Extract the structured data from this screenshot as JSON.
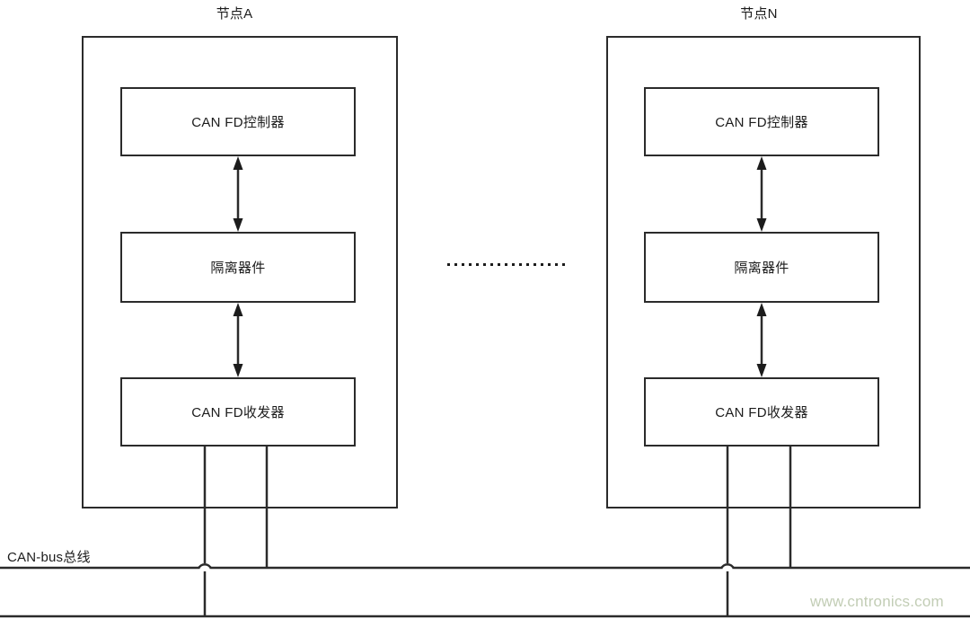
{
  "diagram": {
    "title_node_a": "节点A",
    "title_node_n": "节点N",
    "bus_label": "CAN-bus总线",
    "watermark": "www.cntronics.com",
    "ellipsis_dot_count": 17,
    "colors": {
      "line": "#2b2b2b",
      "text": "#1c1c1c",
      "background": "#ffffff",
      "watermark": "#c2cdb5"
    },
    "nodes": [
      {
        "name": "node-a",
        "title": "节点A",
        "blocks": [
          {
            "key": "controller",
            "label": "CAN FD控制器"
          },
          {
            "key": "isolator",
            "label": "隔离器件"
          },
          {
            "key": "transceiver",
            "label": "CAN FD收发器"
          }
        ]
      },
      {
        "name": "node-n",
        "title": "节点N",
        "blocks": [
          {
            "key": "controller",
            "label": "CAN FD控制器"
          },
          {
            "key": "isolator",
            "label": "隔离器件"
          },
          {
            "key": "transceiver",
            "label": "CAN FD收发器"
          }
        ]
      }
    ],
    "connections": [
      {
        "from": "controller",
        "to": "isolator",
        "style": "double-arrow"
      },
      {
        "from": "isolator",
        "to": "transceiver",
        "style": "double-arrow"
      },
      {
        "from": "transceiver",
        "to": "bus-can-h",
        "style": "plain-wire"
      },
      {
        "from": "transceiver",
        "to": "bus-can-l",
        "style": "plain-wire-hop"
      }
    ],
    "bus_lines": [
      {
        "key": "bus-can-h",
        "label": "CAN-bus总线"
      },
      {
        "key": "bus-can-l",
        "label": ""
      }
    ]
  }
}
